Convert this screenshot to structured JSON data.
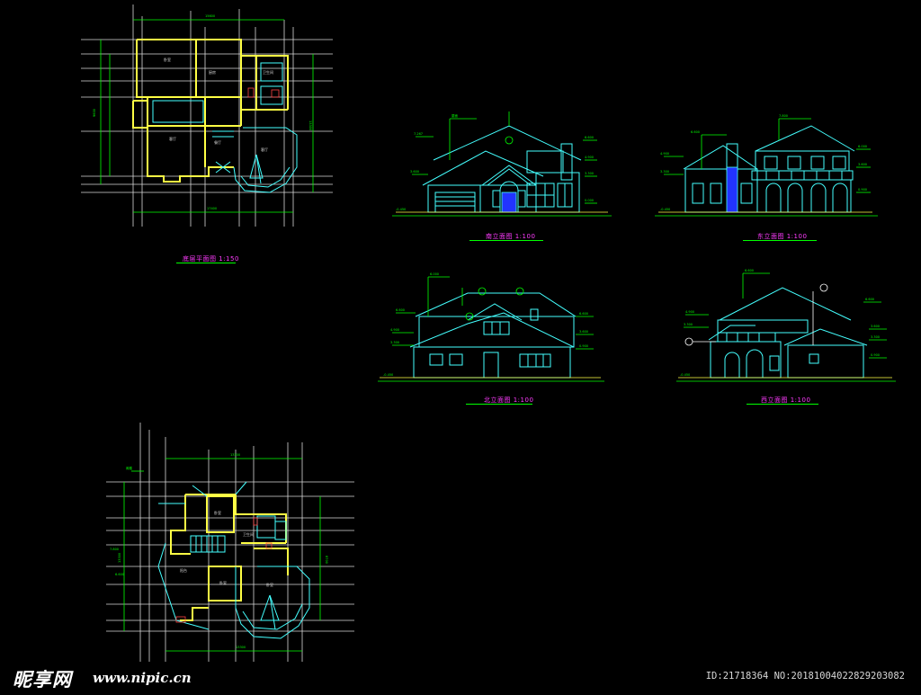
{
  "drawings": {
    "ground_floor_plan": {
      "caption": "底层平面图  1:150"
    },
    "south_elevation": {
      "caption": "南立面图  1:100"
    },
    "east_elevation": {
      "caption": "东立面图  1:100"
    },
    "north_elevation": {
      "caption": "北立面图  1:100"
    },
    "west_elevation": {
      "caption": "西立面图  1:100"
    }
  },
  "watermark": {
    "logo": "昵享网",
    "url": "www.nipic.cn",
    "id_text": "ID:21718364 NO:20181004022829203082"
  },
  "colors": {
    "background": "#000000",
    "grid": "#ffffff",
    "wall": "#ffff44",
    "outline": "#44ffff",
    "dimension": "#00ff00",
    "text": "#ff3cff",
    "glass": "#2233ff"
  }
}
